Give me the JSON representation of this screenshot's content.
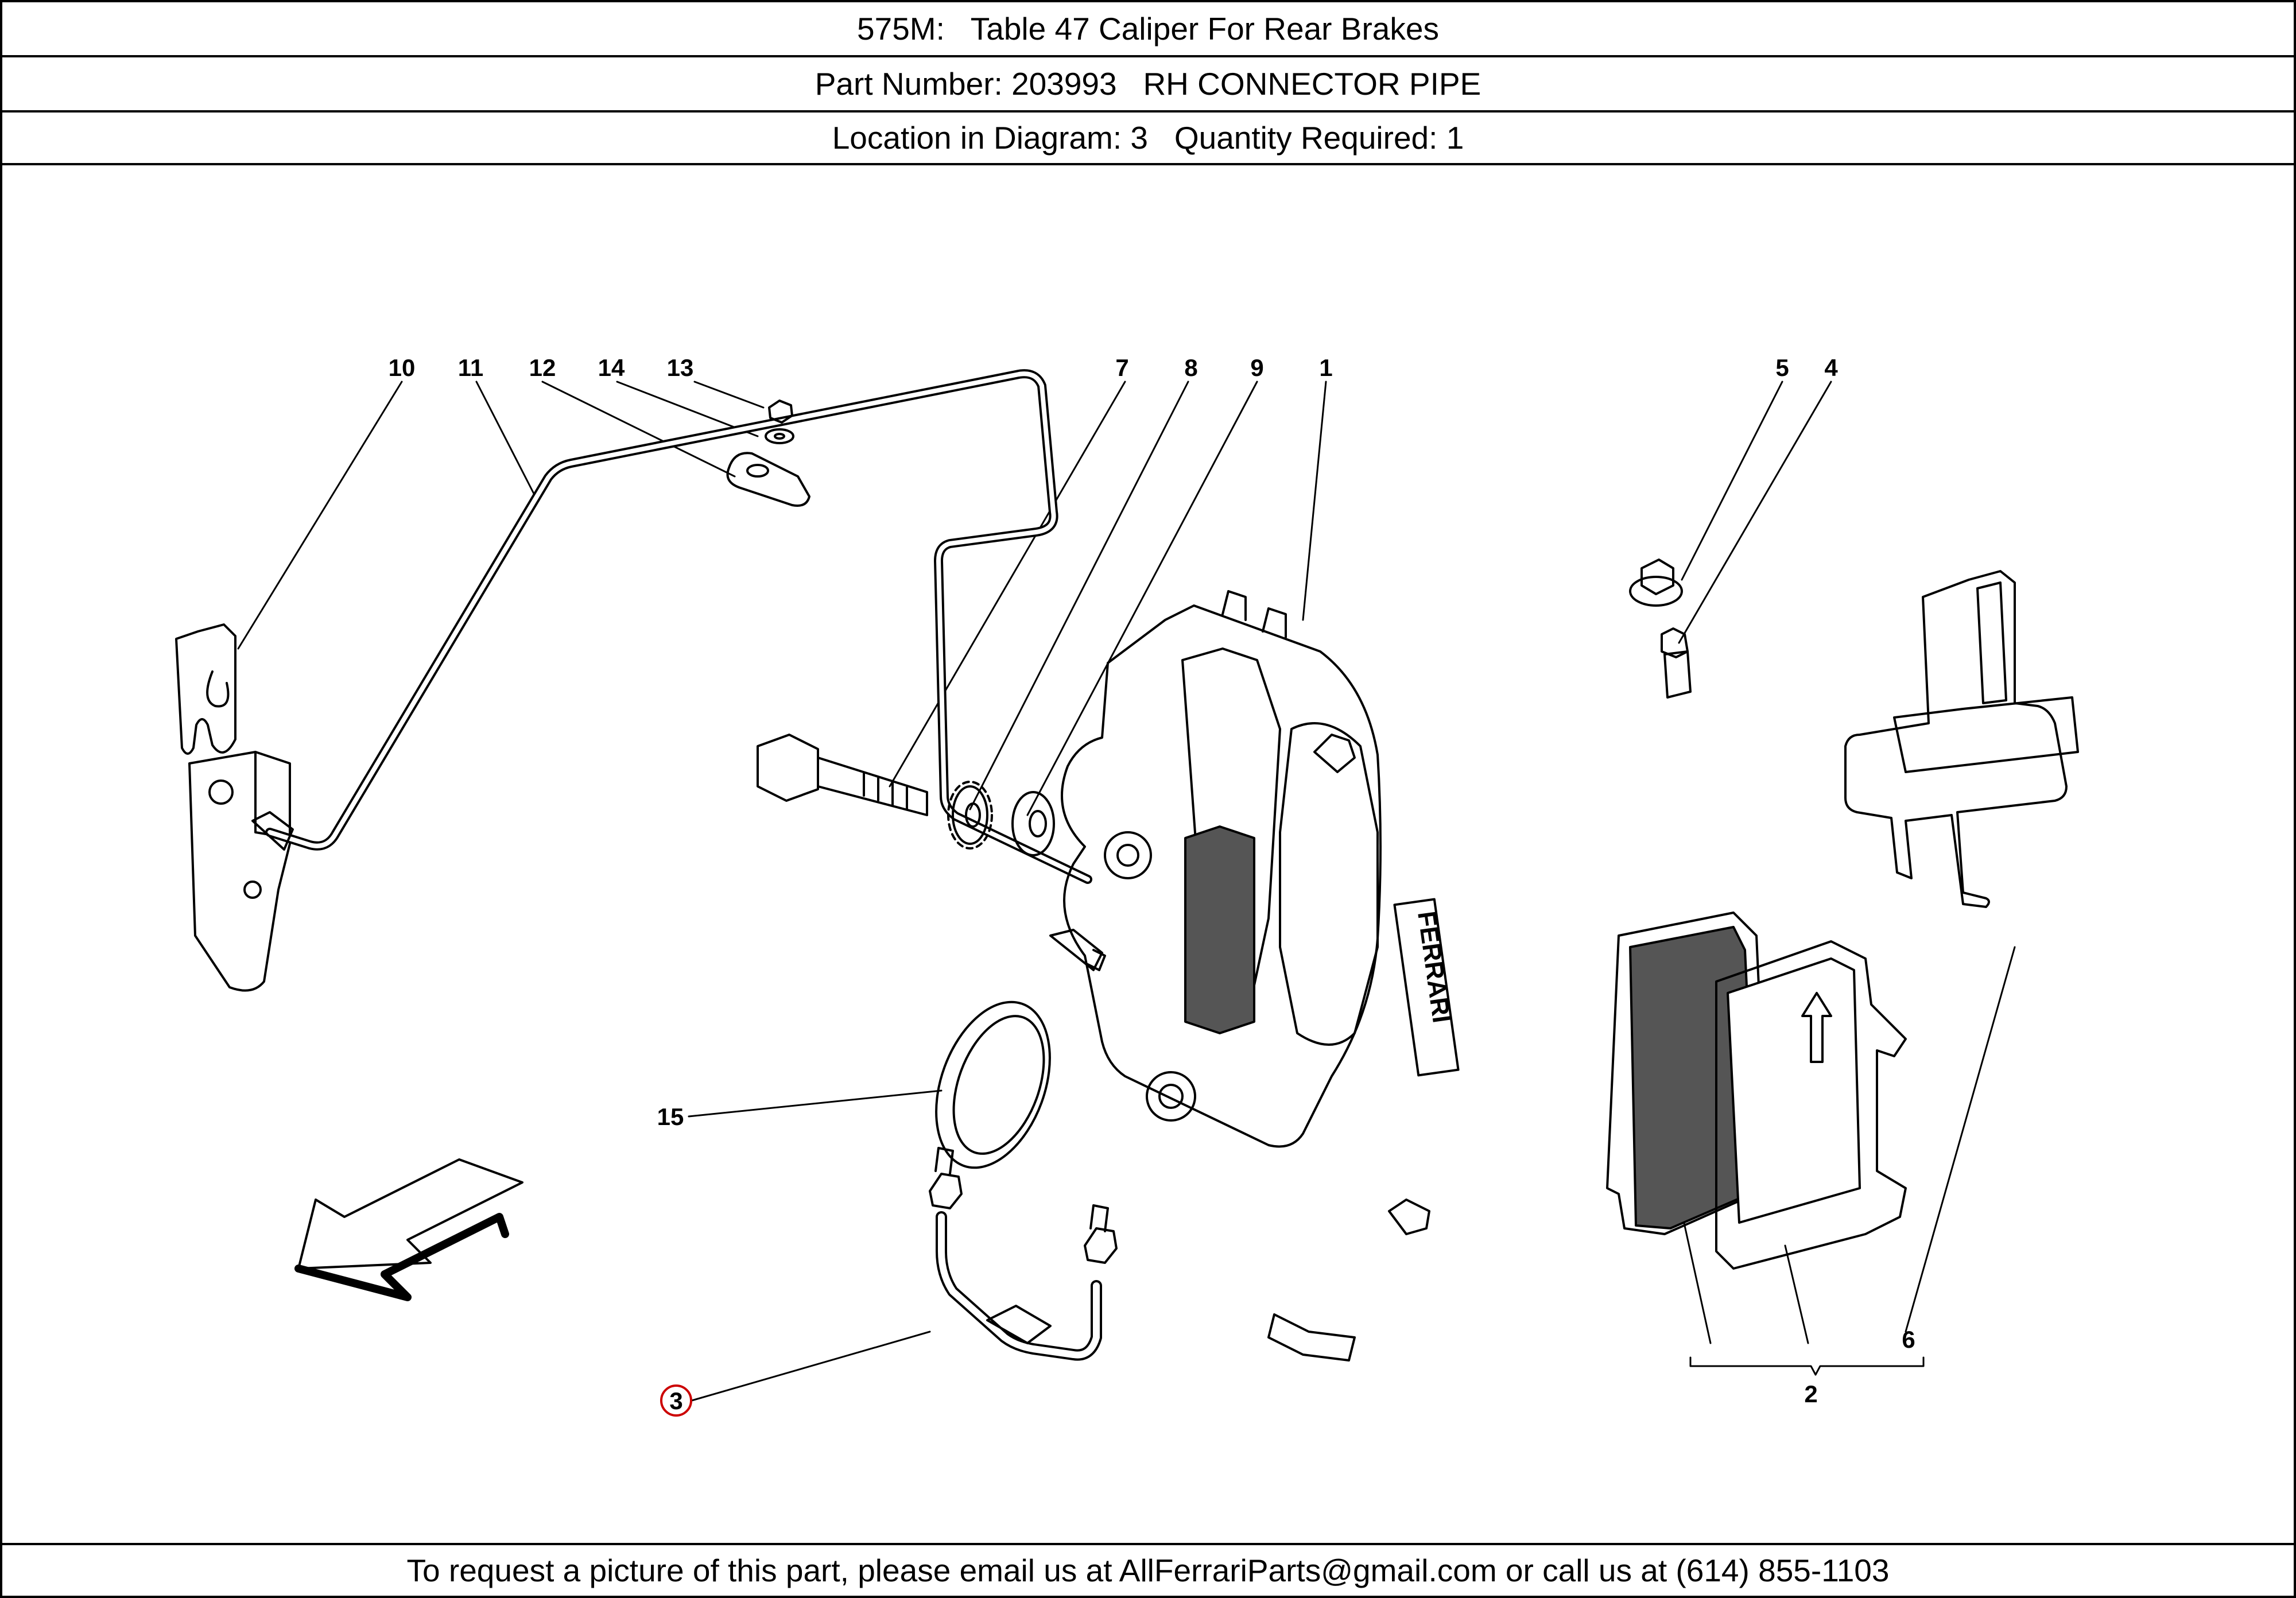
{
  "header": {
    "title": "575M:   Table 47 Caliper For Rear Brakes",
    "part": "Part Number: 203993   RH CONNECTOR PIPE",
    "location": "Location in Diagram: 3   Quantity Required: 1"
  },
  "footer": {
    "text": "To request a picture of this part, please email us at AllFerrariParts@gmail.com or call us at (614) 855-1103"
  },
  "diagram": {
    "callouts": [
      "10",
      "11",
      "12",
      "14",
      "13",
      "7",
      "8",
      "9",
      "1",
      "5",
      "4",
      "15",
      "3",
      "6",
      "2"
    ],
    "highlighted_callout": "3",
    "highlight_color": "#cc0000",
    "caliper_logo_text": "FERRARI"
  }
}
